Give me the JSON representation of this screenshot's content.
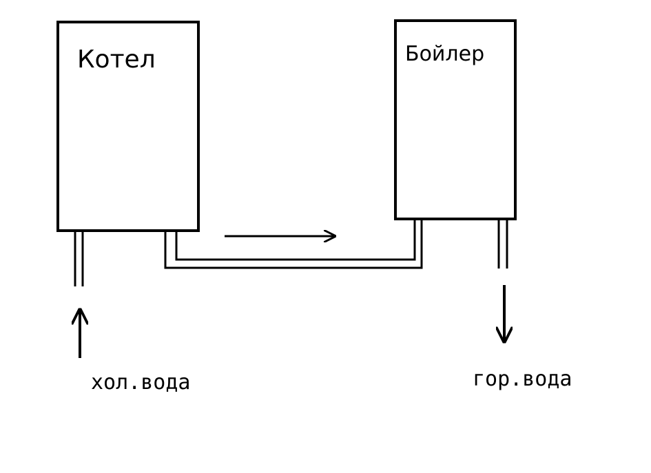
{
  "boxes": {
    "kotel": "Котел",
    "boiler": "Бойлер"
  },
  "labels": {
    "cold_water": "хол.вода",
    "hot_water": "гор.вода"
  },
  "colors": {
    "stroke": "#000000",
    "background": "#ffffff"
  }
}
